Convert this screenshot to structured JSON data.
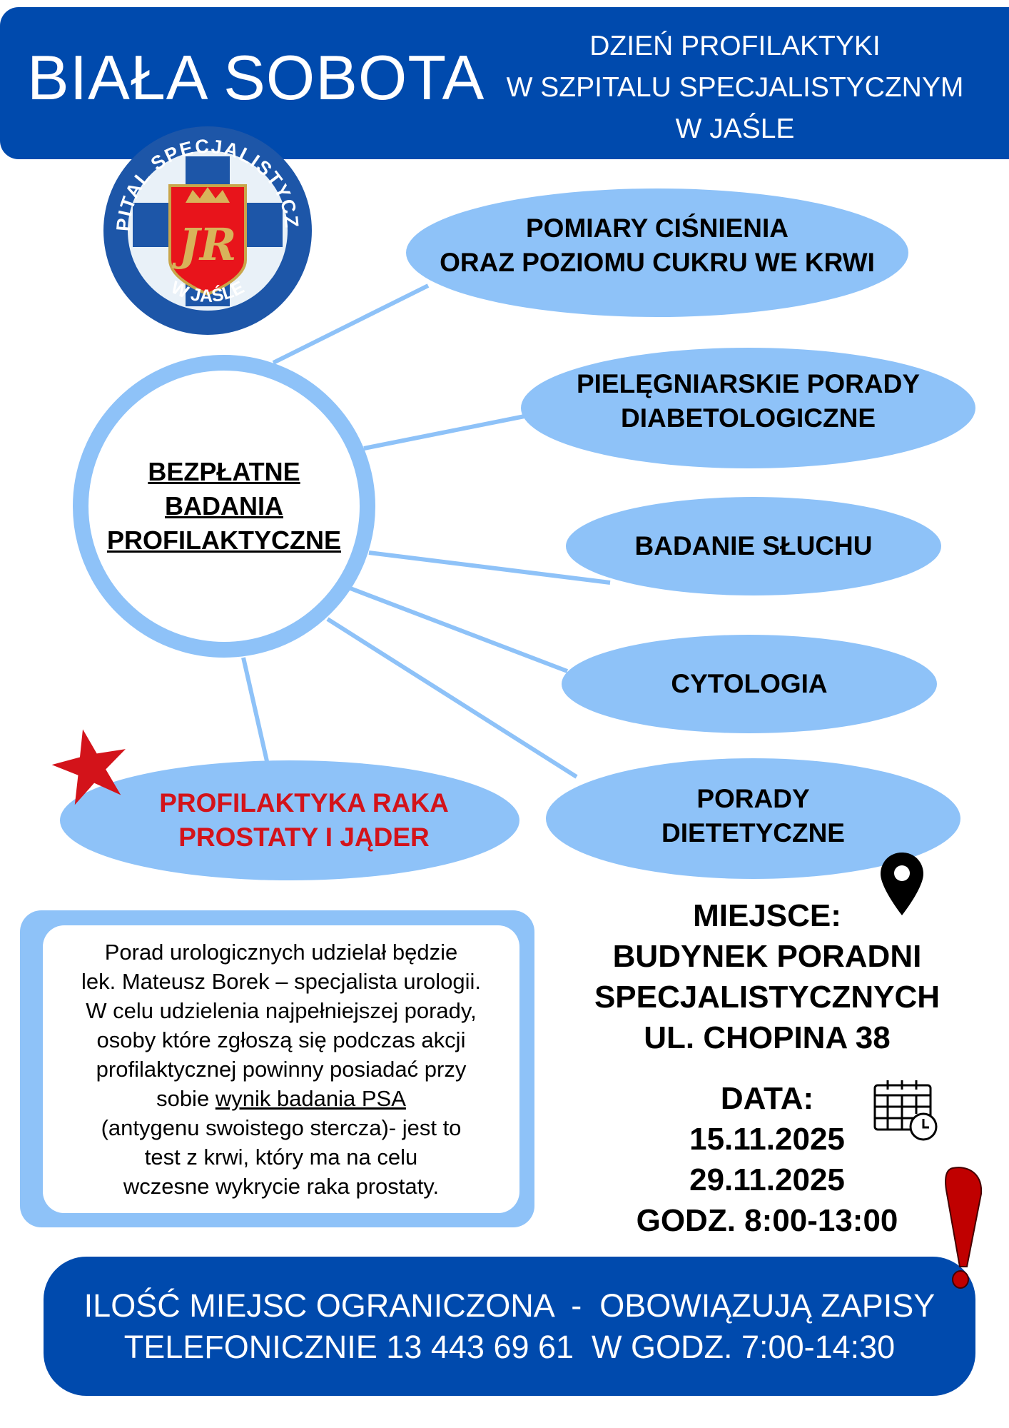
{
  "header": {
    "title": "BIAŁA SOBOTA",
    "subtitle_lines": [
      "DZIEŃ PROFILAKTYKI",
      "W SZPITALU SPECJALISTYCZNYM",
      "W JAŚLE"
    ]
  },
  "logo": {
    "top_text": "SZPITAL SPECJALISTYCZNY",
    "bottom_text": "W JAŚLE"
  },
  "center": {
    "lines": [
      "BEZPŁATNE",
      "BADANIA",
      "PROFILAKTYCZNE"
    ]
  },
  "services": [
    {
      "lines": [
        "POMIARY CIŚNIENIA",
        "ORAZ POZIOMU CUKRU WE KRWI"
      ]
    },
    {
      "lines": [
        "PIELĘGNIARSKIE PORADY",
        "DIABETOLOGICZNE"
      ]
    },
    {
      "lines": [
        "BADANIE SŁUCHU"
      ]
    },
    {
      "lines": [
        "CYTOLOGIA"
      ]
    },
    {
      "lines": [
        "PORADY",
        "DIETETYCZNE"
      ]
    }
  ],
  "highlight": {
    "lines": [
      "PROFILAKTYKA RAKA",
      "PROSTATY I JĄDER"
    ]
  },
  "info": {
    "lines": [
      "Porad urologicznych udzielał będzie",
      "lek. Mateusz Borek – specjalista urologii.",
      "W celu udzielenia najpełniejszej porady,",
      "osoby które zgłoszą się podczas akcji",
      "profilaktycznej powinny posiadać przy"
    ],
    "psa_prefix": "sobie ",
    "psa_link": "wynik badania PSA",
    "lines_after": [
      "(antygenu swoistego stercza)- jest to",
      "test z krwi, który ma na celu",
      "wczesne wykrycie raka prostaty."
    ]
  },
  "place": {
    "lines": [
      "MIEJSCE:",
      "BUDYNEK PORADNI",
      "SPECJALISTYCZNYCH",
      "UL. CHOPINA 38"
    ]
  },
  "date": {
    "lines": [
      "DATA:",
      "15.11.2025",
      "29.11.2025",
      "GODZ. 8:00-13:00"
    ]
  },
  "footer": {
    "line1": "ILOŚĆ MIEJSC OGRANICZONA  -  OBOWIĄZUJĄ ZAPISY",
    "line2": "TELEFONICZNIE 13 443 69 61  W GODZ. 7:00-14:30"
  },
  "colors": {
    "brand_blue": "#004aad",
    "light_blue": "#8ec2f8",
    "red": "#d3131a"
  }
}
